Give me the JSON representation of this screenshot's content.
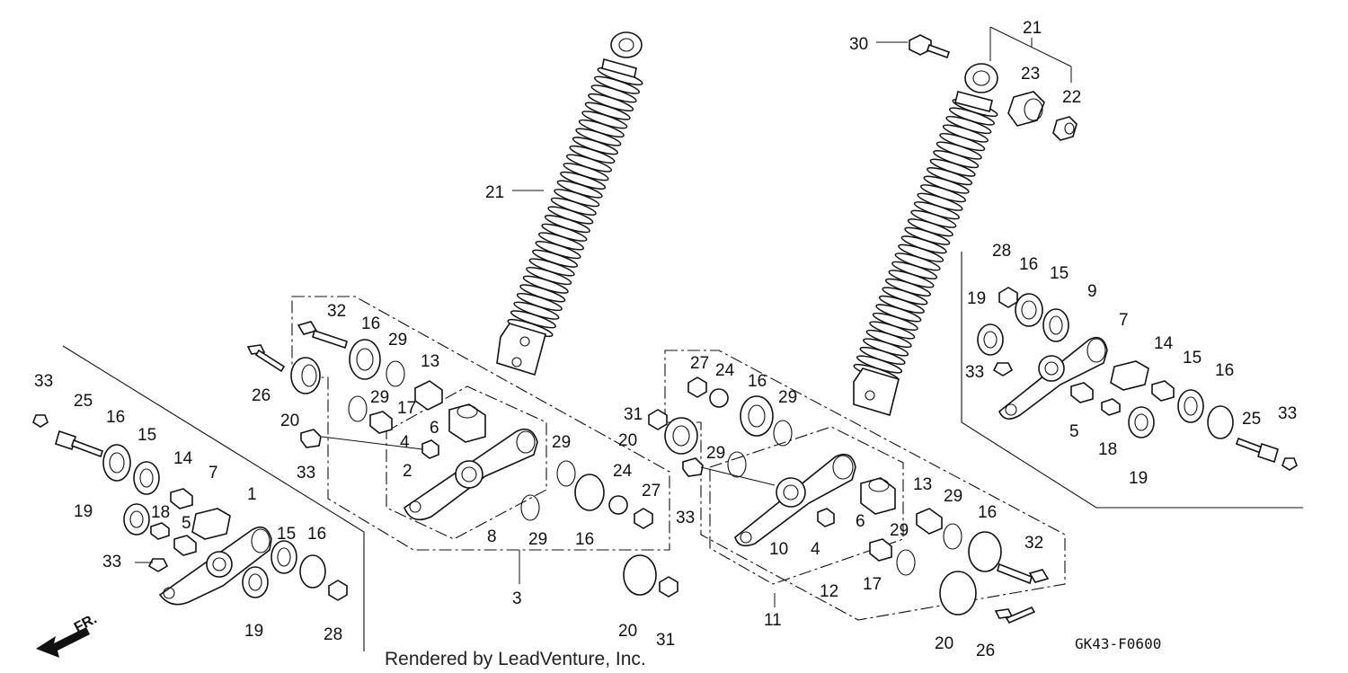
{
  "diagram": {
    "drawing_code": "GK43-F0600",
    "credit": "Rendered by LeadVenture, Inc.",
    "direction_label": "FR.",
    "callouts": {
      "c1": "1",
      "c2": "2",
      "c3": "3",
      "c4a": "4",
      "c4b": "4",
      "c5a": "5",
      "c5b": "5",
      "c6a": "6",
      "c6b": "6",
      "c7a": "7",
      "c7b": "7",
      "c8": "8",
      "c9": "9",
      "c10": "10",
      "c11": "11",
      "c12": "12",
      "c13a": "13",
      "c13b": "13",
      "c14a": "14",
      "c14b": "14",
      "c15a": "15",
      "c15b": "15",
      "c15c": "15",
      "c15d": "15",
      "c16a": "16",
      "c16b": "16",
      "c16c": "16",
      "c16d": "16",
      "c16e": "16",
      "c16f": "16",
      "c16g": "16",
      "c16h": "16",
      "c17a": "17",
      "c17b": "17",
      "c18a": "18",
      "c18b": "18",
      "c19a": "19",
      "c19b": "19",
      "c19c": "19",
      "c19d": "19",
      "c20a": "20",
      "c20b": "20",
      "c20c": "20",
      "c20d": "20",
      "c21a": "21",
      "c21b": "21",
      "c22": "22",
      "c23": "23",
      "c24a": "24",
      "c24b": "24",
      "c25a": "25",
      "c25b": "25",
      "c26a": "26",
      "c26b": "26",
      "c27a": "27",
      "c27b": "27",
      "c28a": "28",
      "c28b": "28",
      "c29a": "29",
      "c29b": "29",
      "c29c": "29",
      "c29d": "29",
      "c29e": "29",
      "c29f": "29",
      "c29g": "29",
      "c30": "30",
      "c31a": "31",
      "c31b": "31",
      "c32a": "32",
      "c32b": "32",
      "c33a": "33",
      "c33b": "33",
      "c33c": "33",
      "c33d": "33",
      "c33e": "33"
    }
  }
}
